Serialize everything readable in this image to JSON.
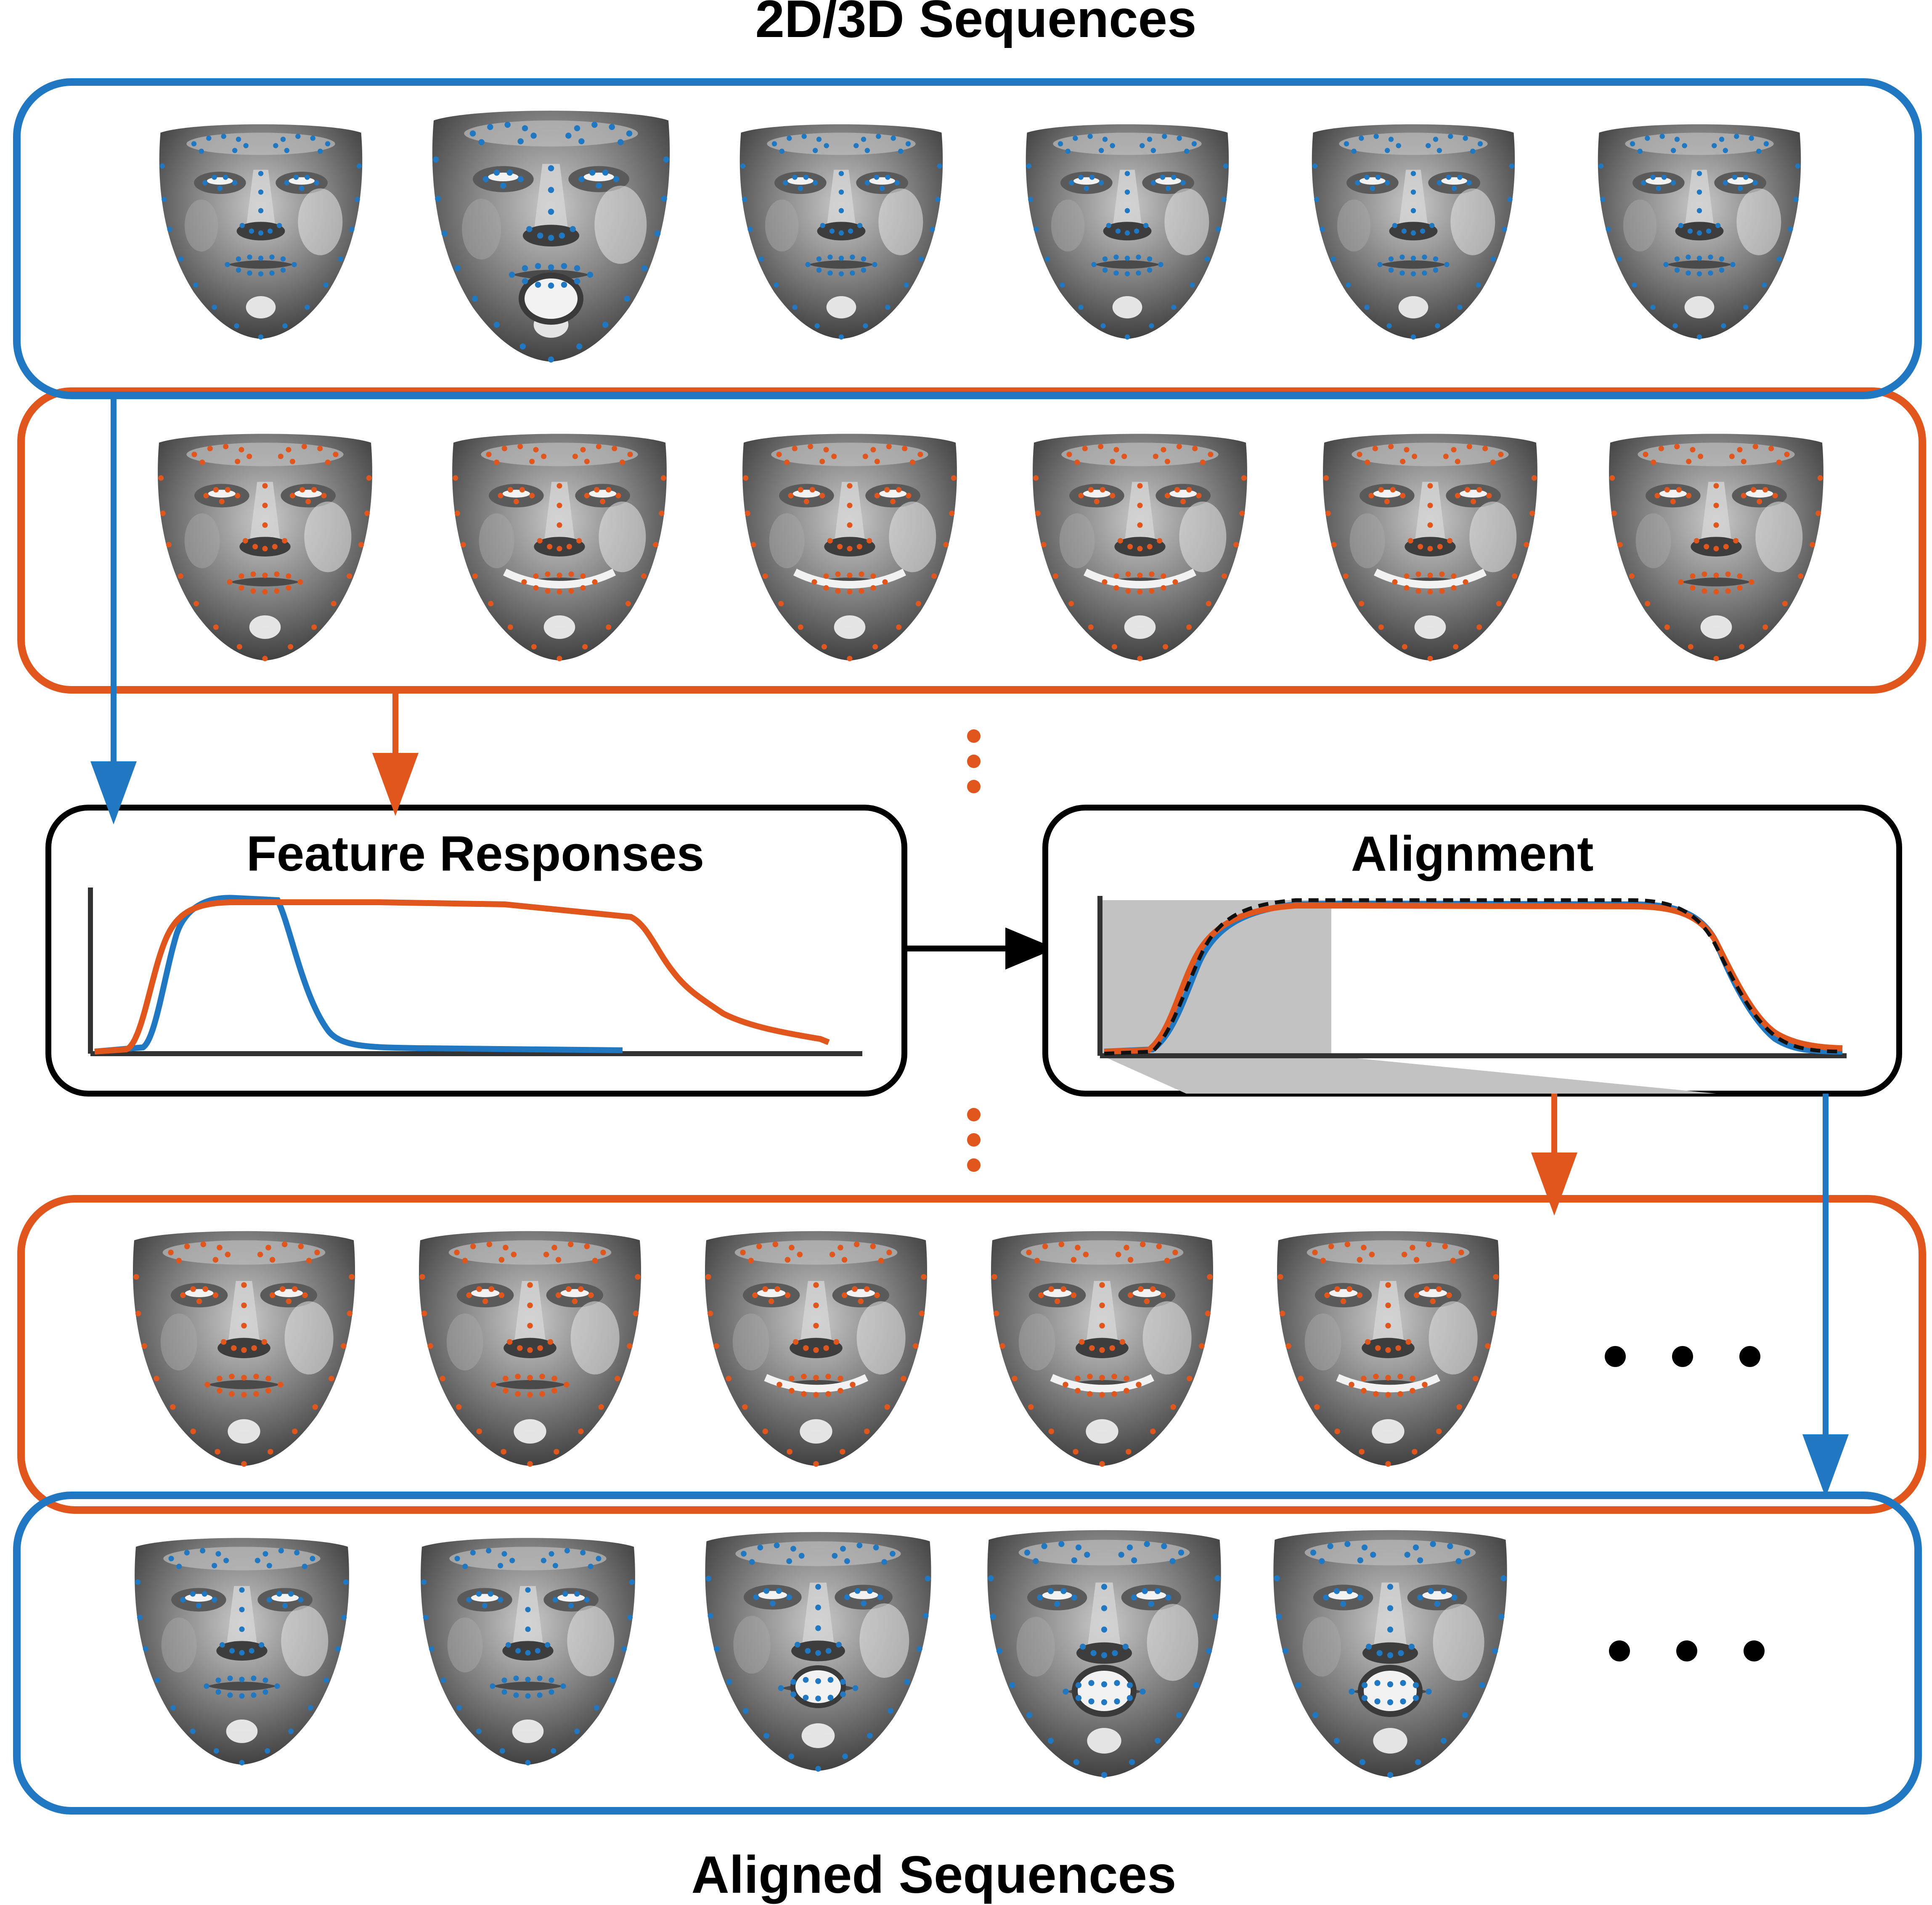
{
  "title": "2D/3D Sequences",
  "footer_title": "Aligned Sequences",
  "panels": {
    "feature_responses": {
      "title": "Feature Responses"
    },
    "alignment": {
      "title": "Alignment"
    }
  },
  "sequences": {
    "input_a": {
      "frames": 6,
      "mouth_open": [
        false,
        true,
        false,
        false,
        false,
        false
      ]
    },
    "input_b": {
      "frames": 6,
      "smile": [
        false,
        true,
        true,
        true,
        true,
        false
      ]
    },
    "aligned_b": {
      "frames": 5,
      "continues": true,
      "smile": [
        false,
        false,
        true,
        true,
        true
      ]
    },
    "aligned_a": {
      "frames": 5,
      "continues": true,
      "mouth_open": [
        false,
        false,
        true,
        true,
        true
      ]
    }
  },
  "colors": {
    "seq_a": "#1f78c1",
    "seq_b": "#e0561c",
    "frame": "#000000",
    "shade": "#c2c2c2",
    "face_dark": "#3a3a3a",
    "face_light": "#d8d8d8"
  }
}
